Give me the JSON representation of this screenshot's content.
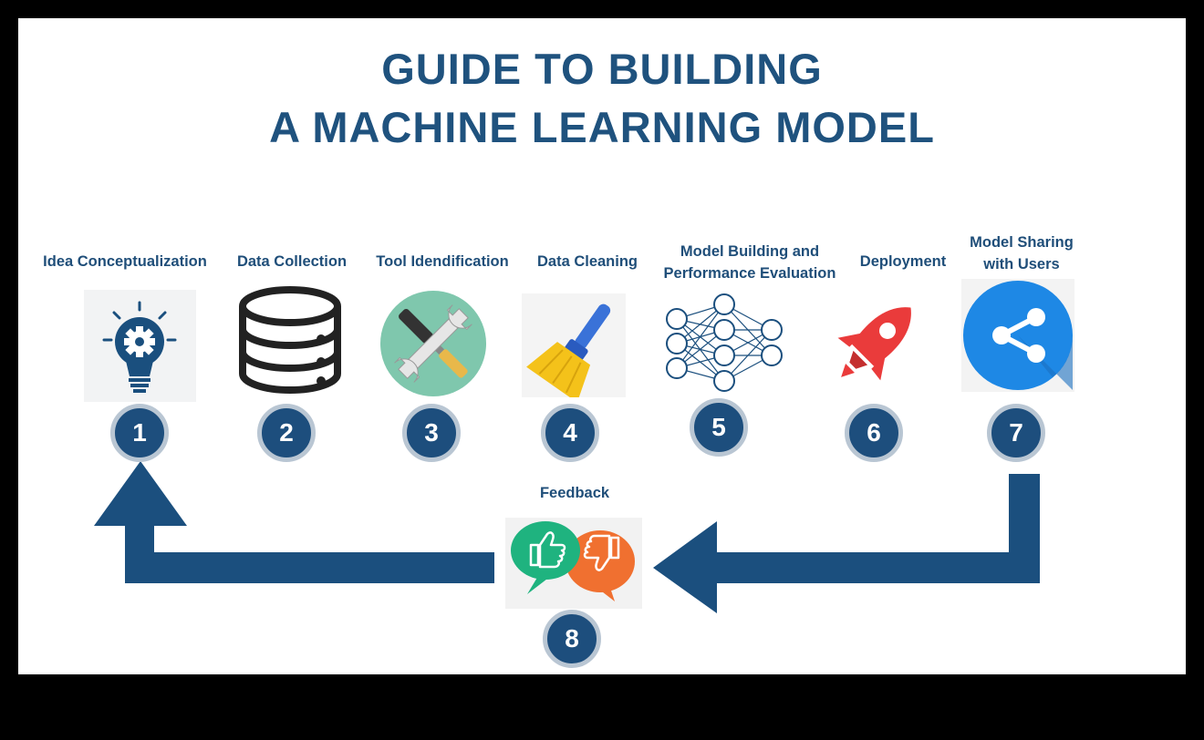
{
  "title_line1": "GUIDE TO BUILDING",
  "title_line2": "A MACHINE LEARNING MODEL",
  "steps": [
    {
      "number": "1",
      "label": "Idea Conceptualization",
      "icon": "lightbulb-gear-icon"
    },
    {
      "number": "2",
      "label": "Data Collection",
      "icon": "database-icon"
    },
    {
      "number": "3",
      "label": "Tool Idendification",
      "icon": "tools-icon"
    },
    {
      "number": "4",
      "label": "Data Cleaning",
      "icon": "broom-icon"
    },
    {
      "number": "5",
      "label_line1": "Model Building and",
      "label_line2": "Performance Evaluation",
      "icon": "neural-network-icon"
    },
    {
      "number": "6",
      "label": "Deployment",
      "icon": "rocket-icon"
    },
    {
      "number": "7",
      "label_line1": "Model Sharing",
      "label_line2": "with Users",
      "icon": "share-icon"
    },
    {
      "number": "8",
      "label": "Feedback",
      "icon": "thumbs-up-down-icon"
    }
  ],
  "colors": {
    "primary_blue": "#1d4e7d",
    "ring": "#b9c6d3",
    "arrow": "#1b4f7e"
  }
}
